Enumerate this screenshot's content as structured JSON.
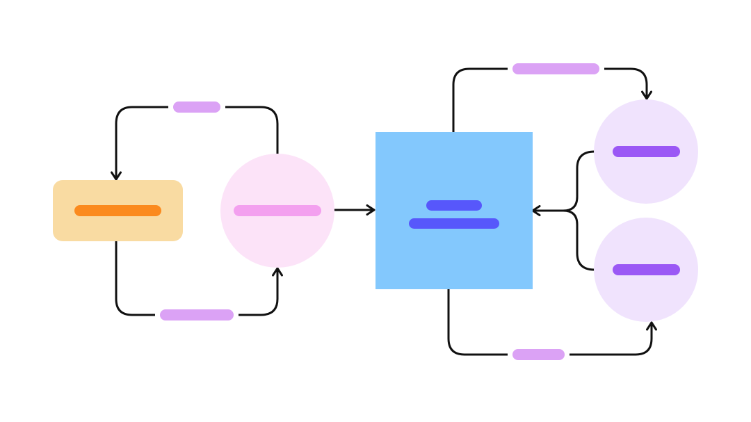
{
  "diagram": {
    "colors": {
      "background": "#ffffff",
      "connector": "#111111",
      "label_pill": "#dba2f5",
      "source_box_fill": "#f9dba2",
      "source_box_bar": "#fb8a1e",
      "pink_node_fill": "#fce3f8",
      "pink_node_bar": "#f3a0ef",
      "hub_fill": "#83c8fd",
      "hub_bar": "#5757fb",
      "violet_node_fill": "#f0e3fd",
      "violet_node_bar": "#9b58f5"
    },
    "nodes": [
      {
        "id": "source-box",
        "shape": "rounded-rectangle",
        "placeholder_lines": 1
      },
      {
        "id": "pink-circle",
        "shape": "circle",
        "placeholder_lines": 1
      },
      {
        "id": "hub-square",
        "shape": "square",
        "placeholder_lines": 2
      },
      {
        "id": "violet-circle-top",
        "shape": "circle",
        "placeholder_lines": 1
      },
      {
        "id": "violet-circle-bottom",
        "shape": "circle",
        "placeholder_lines": 1
      }
    ],
    "edges": [
      {
        "from": "pink-circle",
        "to": "source-box",
        "route": "over-top",
        "has_label_pill": true
      },
      {
        "from": "source-box",
        "to": "pink-circle",
        "route": "under-bottom",
        "has_label_pill": true
      },
      {
        "from": "pink-circle",
        "to": "hub-square",
        "route": "direct",
        "has_label_pill": false
      },
      {
        "from": "hub-square",
        "to": "violet-circle-top",
        "route": "over-top",
        "has_label_pill": true
      },
      {
        "from": "hub-square",
        "to": "violet-circle-bottom",
        "route": "under-bottom",
        "has_label_pill": true
      },
      {
        "from": "violet-circle-top",
        "to": "hub-square",
        "route": "merge-brace",
        "has_label_pill": false
      },
      {
        "from": "violet-circle-bottom",
        "to": "hub-square",
        "route": "merge-brace",
        "has_label_pill": false
      }
    ]
  }
}
